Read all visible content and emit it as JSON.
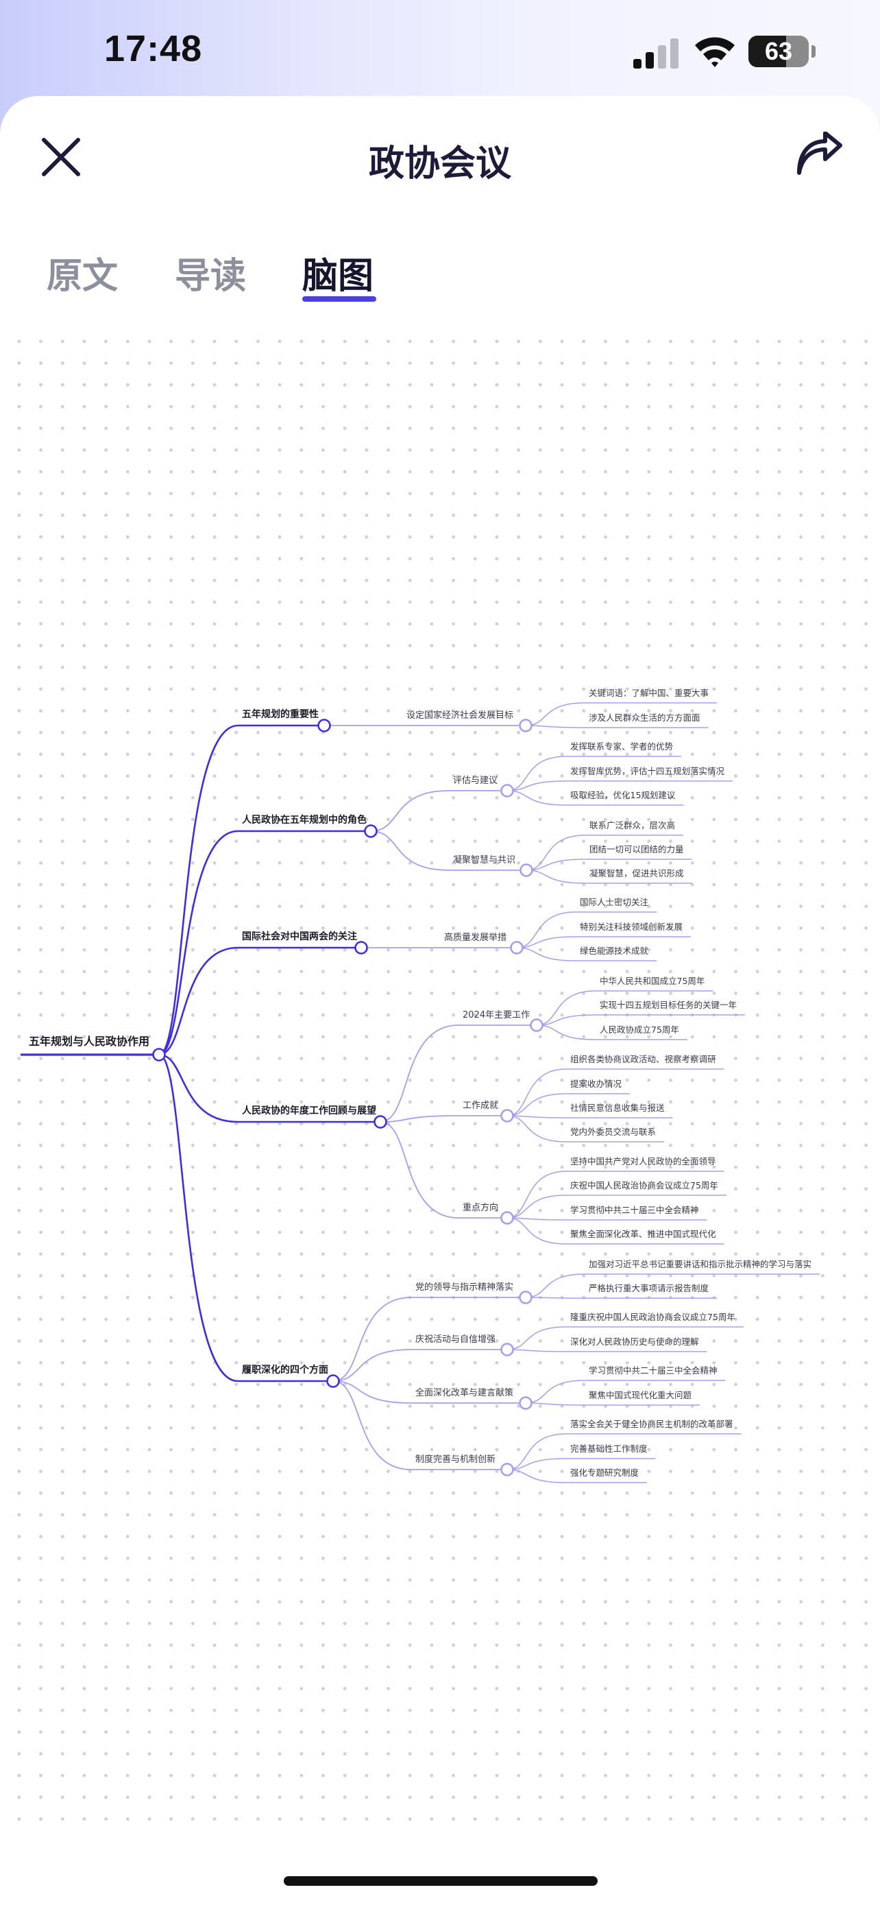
{
  "status_bar": {
    "time": "17:48",
    "battery": "63",
    "battery_level": 0.63
  },
  "header": {
    "title": "政协会议"
  },
  "tabs": [
    {
      "label": "原文",
      "active": false
    },
    {
      "label": "导读",
      "active": false
    },
    {
      "label": "脑图",
      "active": true
    }
  ],
  "colors": {
    "accent": "#4b3fe0",
    "branch_main": "#3d2ee0",
    "branch_light": "#a59ef0"
  },
  "icons": {
    "close": "close-icon",
    "share": "share-icon",
    "signal": "cellular-signal-icon",
    "wifi": "wifi-icon",
    "battery": "battery-icon"
  },
  "mindmap": {
    "label": "五年规划与人民政协作用",
    "children": [
      {
        "label": "五年规划的重要性",
        "children": [
          {
            "label": "设定国家经济社会发展目标",
            "children": [
              {
                "label": "关键词语：了解中国、重要大事"
              },
              {
                "label": "涉及人民群众生活的方方面面"
              }
            ]
          }
        ]
      },
      {
        "label": "人民政协在五年规划中的角色",
        "children": [
          {
            "label": "评估与建议",
            "children": [
              {
                "label": "发挥联系专家、学者的优势"
              },
              {
                "label": "发挥智库优势，评估十四五规划落实情况"
              },
              {
                "label": "吸取经验，优化15规划建议"
              }
            ]
          },
          {
            "label": "凝聚智慧与共识",
            "children": [
              {
                "label": "联系广泛群众，层次高"
              },
              {
                "label": "团结一切可以团结的力量"
              },
              {
                "label": "凝聚智慧，促进共识形成"
              }
            ]
          }
        ]
      },
      {
        "label": "国际社会对中国两会的关注",
        "children": [
          {
            "label": "高质量发展举措",
            "children": [
              {
                "label": "国际人士密切关注"
              },
              {
                "label": "特别关注科技领域创新发展"
              },
              {
                "label": "绿色能源技术成就"
              }
            ]
          }
        ]
      },
      {
        "label": "人民政协的年度工作回顾与展望",
        "children": [
          {
            "label": "2024年主要工作",
            "children": [
              {
                "label": "中华人民共和国成立75周年"
              },
              {
                "label": "实现十四五规划目标任务的关键一年"
              },
              {
                "label": "人民政协成立75周年"
              }
            ]
          },
          {
            "label": "工作成就",
            "children": [
              {
                "label": "组织各类协商议政活动、视察考察调研"
              },
              {
                "label": "提案收办情况"
              },
              {
                "label": "社情民意信息收集与报送"
              },
              {
                "label": "党内外委员交流与联系"
              }
            ]
          },
          {
            "label": "重点方向",
            "children": [
              {
                "label": "坚持中国共产党对人民政协的全面领导"
              },
              {
                "label": "庆祝中国人民政治协商会议成立75周年"
              },
              {
                "label": "学习贯彻中共二十届三中全会精神"
              },
              {
                "label": "聚焦全面深化改革、推进中国式现代化"
              }
            ]
          }
        ]
      },
      {
        "label": "履职深化的四个方面",
        "children": [
          {
            "label": "党的领导与指示精神落实",
            "children": [
              {
                "label": "加强对习近平总书记重要讲话和指示批示精神的学习与落实"
              },
              {
                "label": "严格执行重大事项请示报告制度"
              }
            ]
          },
          {
            "label": "庆祝活动与自信增强",
            "children": [
              {
                "label": "隆重庆祝中国人民政治协商会议成立75周年"
              },
              {
                "label": "深化对人民政协历史与使命的理解"
              }
            ]
          },
          {
            "label": "全面深化改革与建言献策",
            "children": [
              {
                "label": "学习贯彻中共二十届三中全会精神"
              },
              {
                "label": "聚焦中国式现代化重大问题"
              }
            ]
          },
          {
            "label": "制度完善与机制创新",
            "children": [
              {
                "label": "落实全会关于健全协商民主机制的改革部署"
              },
              {
                "label": "完善基础性工作制度"
              },
              {
                "label": "强化专题研究制度"
              }
            ]
          }
        ]
      }
    ]
  }
}
